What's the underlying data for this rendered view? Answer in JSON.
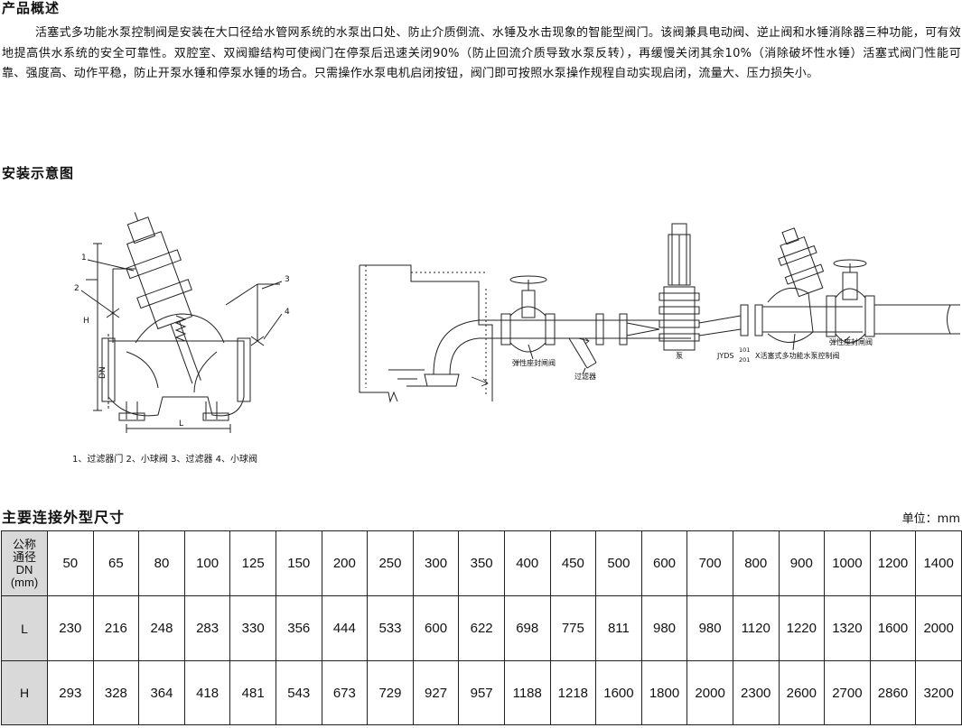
{
  "overview": {
    "title": "产品概述",
    "text": "活塞式多功能水泵控制阀是安装在大口径给水管网系统的水泵出口处、防止介质倒流、水锤及水击现象的智能型阀门。该阀兼具电动阀、逆止阀和水锤消除器三种功能，可有效地提高供水系统的安全可靠性。双腔室、双阀瓣结构可使阀门在停泵后迅速关闭90%（防止回流介质导致水泵反转），再缓慢关闭其余10%（消除破坏性水锤）活塞式阀门性能可靠、强度高、动作平稳，防止开泵水锤和停泵水锤的场合。只需操作水泵电机启闭按钮，阀门即可按照水泵操作规程自动实现启闭，流量大、压力损失小。"
  },
  "install": {
    "title": "安装示意图",
    "caption": "1、过滤器门 2、小球阀 3、过滤器 4、小球阀",
    "labels": {
      "n1": "1",
      "n2": "2",
      "n3": "3",
      "n4": "4",
      "h": "H",
      "dn": "DN",
      "l": "L",
      "gate_valve_left": "弹性座封闸阀",
      "filter": "过滤器",
      "pump": "泵",
      "model_prefix": "JYDS",
      "model_sup": "101",
      "model_sub": "201",
      "model_suffix": "X活塞式多功能水泵控制阀",
      "gate_valve_right": "弹性座封闸阀"
    }
  },
  "dimensions": {
    "title": "主要连接外型尺寸",
    "unit": "单位：mm",
    "header_lines": [
      "公称",
      "通径",
      "DN",
      "(mm)"
    ],
    "dn": [
      "50",
      "65",
      "80",
      "100",
      "125",
      "150",
      "200",
      "250",
      "300",
      "350",
      "400",
      "450",
      "500",
      "600",
      "700",
      "800",
      "900",
      "1000",
      "1200",
      "1400"
    ],
    "l_label": "L",
    "l": [
      "230",
      "216",
      "248",
      "283",
      "330",
      "356",
      "444",
      "533",
      "600",
      "622",
      "698",
      "775",
      "811",
      "980",
      "980",
      "1120",
      "1220",
      "1320",
      "1600",
      "2000"
    ],
    "h_label": "H",
    "h": [
      "293",
      "328",
      "364",
      "418",
      "481",
      "543",
      "673",
      "729",
      "927",
      "957",
      "1188",
      "1218",
      "1600",
      "1800",
      "2000",
      "2300",
      "2600",
      "2700",
      "2860",
      "3200"
    ]
  }
}
